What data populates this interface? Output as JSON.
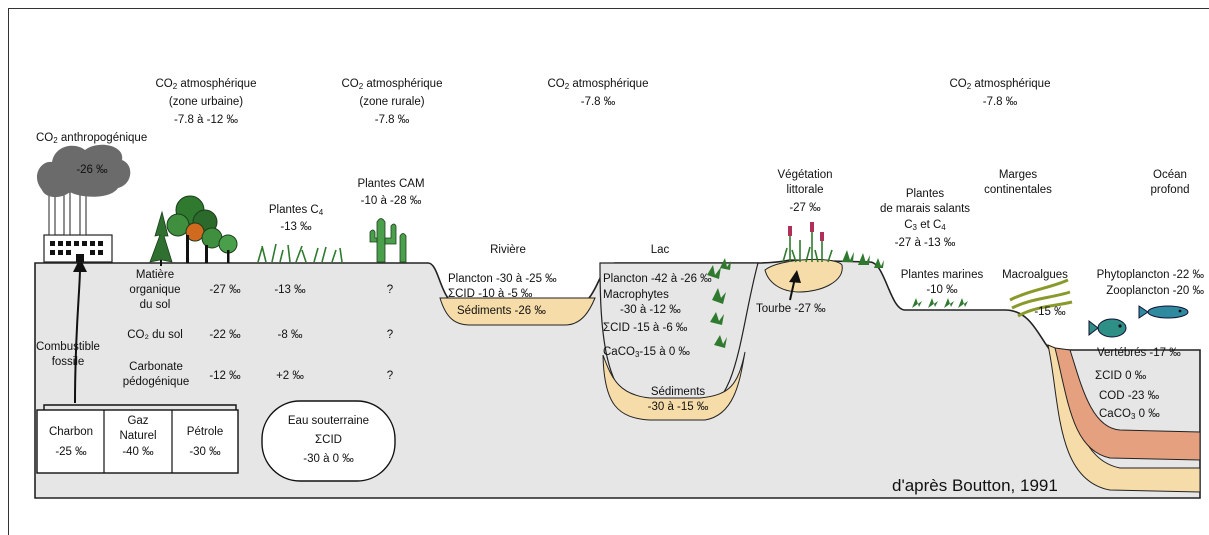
{
  "atmosphere": {
    "urban": {
      "line1": "CO",
      "sub": "2",
      "line1b": " atmosphérique",
      "line2": "(zone urbaine)",
      "value": "-7.8 à -12 ‰"
    },
    "rural": {
      "line1": "CO",
      "sub": "2",
      "line1b": " atmosphérique",
      "line2": "(zone rurale)",
      "value": "-7.8 ‰"
    },
    "lake": {
      "line1": "CO",
      "sub": "2",
      "line1b": " atmosphérique",
      "value": "-7.8 ‰"
    },
    "ocean": {
      "line1": "CO",
      "sub": "2",
      "line1b": " atmosphérique",
      "value": "-7.8 ‰"
    }
  },
  "anthropogenic": {
    "label": "CO",
    "sub": "2",
    "labelb": " anthropogénique",
    "value": "-26 ‰"
  },
  "plants": {
    "c4": {
      "label": "Plantes C",
      "sub": "4",
      "value": "-13 ‰"
    },
    "cam": {
      "label": "Plantes CAM",
      "value": "-10 à -28 ‰"
    },
    "littoral": {
      "line1": "Végétation",
      "line2": "littorale",
      "value": "-27 ‰"
    },
    "salt": {
      "line1": "Plantes",
      "line2": "de marais salants",
      "line3a": "C",
      "sub3": "3",
      "line3b": " et C",
      "sub4": "4",
      "value": "-27 à -13 ‰"
    }
  },
  "regions": {
    "river": "Rivière",
    "lake": "Lac",
    "margins": {
      "line1": "Marges",
      "line2": "continentales"
    },
    "ocean": {
      "line1": "Océan",
      "line2": "profond"
    }
  },
  "soil": {
    "rows": [
      {
        "label_lines": [
          "Matière",
          "organique",
          "du sol"
        ],
        "c3": "-27 ‰",
        "c4": "-13 ‰",
        "cam": "?"
      },
      {
        "label_lines": [
          "CO₂ du sol"
        ],
        "c3": "-22 ‰",
        "c4": "-8 ‰",
        "cam": "?"
      },
      {
        "label_lines": [
          "Carbonate",
          "pédogénique"
        ],
        "c3": "-12 ‰",
        "c4": "+2 ‰",
        "cam": "?"
      }
    ]
  },
  "fossil": {
    "label_lines": [
      "Combustible",
      "fossile"
    ],
    "items": [
      {
        "name_lines": [
          "Charbon"
        ],
        "value": "-25 ‰"
      },
      {
        "name_lines": [
          "Gaz",
          "Naturel"
        ],
        "value": "-40 ‰"
      },
      {
        "name_lines": [
          "Pétrole"
        ],
        "value": "-30 ‰"
      }
    ]
  },
  "groundwater": {
    "line1": "Eau souterraine",
    "line2": "ΣCID",
    "value": "-30 à 0 ‰"
  },
  "river_content": {
    "plancton": "Plancton -30 à -25 ‰",
    "cid": "ΣCID    -10 à -5 ‰",
    "sediments": "Sédiments -26 ‰"
  },
  "lake_content": {
    "plancton": "Plancton -42 à -26 ‰",
    "macro_label": "Macrophytes",
    "macro_value": "-30 à -12 ‰",
    "cid": "ΣCID -15 à -6 ‰",
    "caco3_a": "CaCO",
    "caco3_sub": "3",
    "caco3_b": "-15 à 0  ‰",
    "sed_label": "Sédiments",
    "sed_value": "-30 à -15 ‰"
  },
  "peat": "Tourbe -27 ‰",
  "marine": {
    "plants_label": "Plantes marines",
    "plants_value": "-10 ‰",
    "macro_label": "Macroalgues",
    "macro_value": "-15 ‰",
    "phyto": "Phytoplancton -22 ‰",
    "zoo": "Zooplancton -20 ‰",
    "vert": "Vertébrés  -17 ‰",
    "cid": "ΣCID   0 ‰",
    "cod": "COD  -23 ‰",
    "caco3_a": "CaCO",
    "caco3_sub": "3",
    "caco3_b": "  0 ‰"
  },
  "credit": "d'après Boutton, 1991",
  "colors": {
    "ground": "#e6e6e6",
    "sediment": "#f6dca8",
    "orange": "#e5a080",
    "water": "#dff2f0",
    "smoke": "#6b6b6b",
    "plant": "#3c8a3c",
    "fish": "#2d8f86"
  }
}
